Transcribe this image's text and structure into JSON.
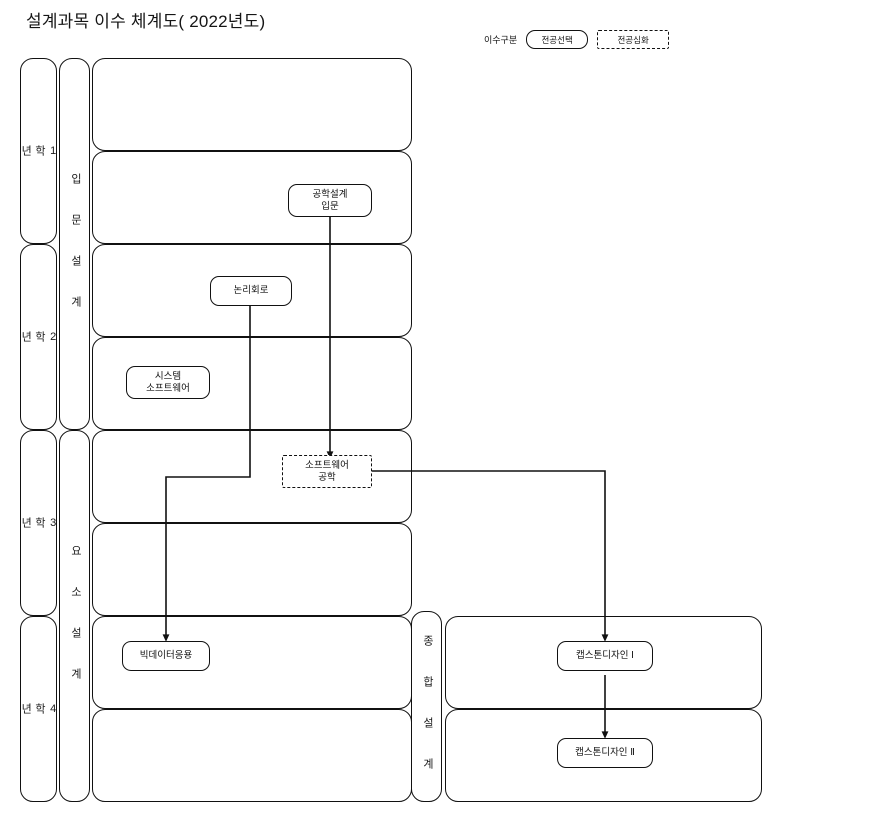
{
  "title": "설계과목 이수 체계도( 2022년도)",
  "legend": {
    "label": "이수구분",
    "items": [
      {
        "name": "전공선택",
        "style": "solid-rounded"
      },
      {
        "name": "전공심화",
        "style": "dashed"
      }
    ]
  },
  "columns": {
    "year_header": "학년",
    "years": [
      {
        "label": "1\n학\n년"
      },
      {
        "label": "2\n학\n년"
      },
      {
        "label": "3\n학\n년"
      },
      {
        "label": "4\n학\n년"
      }
    ],
    "design_stages": [
      {
        "label": "입 문 설 계"
      },
      {
        "label": "요 소 설 계"
      },
      {
        "label": "종 합 설 계"
      }
    ]
  },
  "courses": [
    {
      "id": "engineering-design-intro",
      "name": "공학설계\n입문",
      "type": "전공선택",
      "year": "1학년",
      "stage": "입문설계"
    },
    {
      "id": "logic-circuit",
      "name": "논리회로",
      "type": "전공선택",
      "year": "2학년",
      "stage": "입문설계"
    },
    {
      "id": "system-software",
      "name": "시스템\n소프트웨어",
      "type": "전공선택",
      "year": "2학년",
      "stage": "입문설계"
    },
    {
      "id": "software-engineering",
      "name": "소프트웨어\n공학",
      "type": "전공심화",
      "year": "3학년",
      "stage": "요소설계"
    },
    {
      "id": "bigdata-application",
      "name": "빅데이터응용",
      "type": "전공선택",
      "year": "4학년",
      "stage": "요소설계"
    },
    {
      "id": "capstone-design-1",
      "name": "캡스톤디자인 Ⅰ",
      "type": "전공선택",
      "year": "4학년",
      "stage": "종합설계"
    },
    {
      "id": "capstone-design-2",
      "name": "캡스톤디자인 Ⅱ",
      "type": "전공선택",
      "year": "4학년",
      "stage": "종합설계"
    }
  ],
  "flows": [
    {
      "from": "engineering-design-intro",
      "to": "software-engineering"
    },
    {
      "from": "logic-circuit",
      "to": "bigdata-application"
    },
    {
      "from": "software-engineering",
      "to": "capstone-design-1"
    },
    {
      "from": "capstone-design-1",
      "to": "capstone-design-2"
    }
  ],
  "colors": {
    "line": "#111111",
    "text": "#111111",
    "background": "#ffffff"
  }
}
